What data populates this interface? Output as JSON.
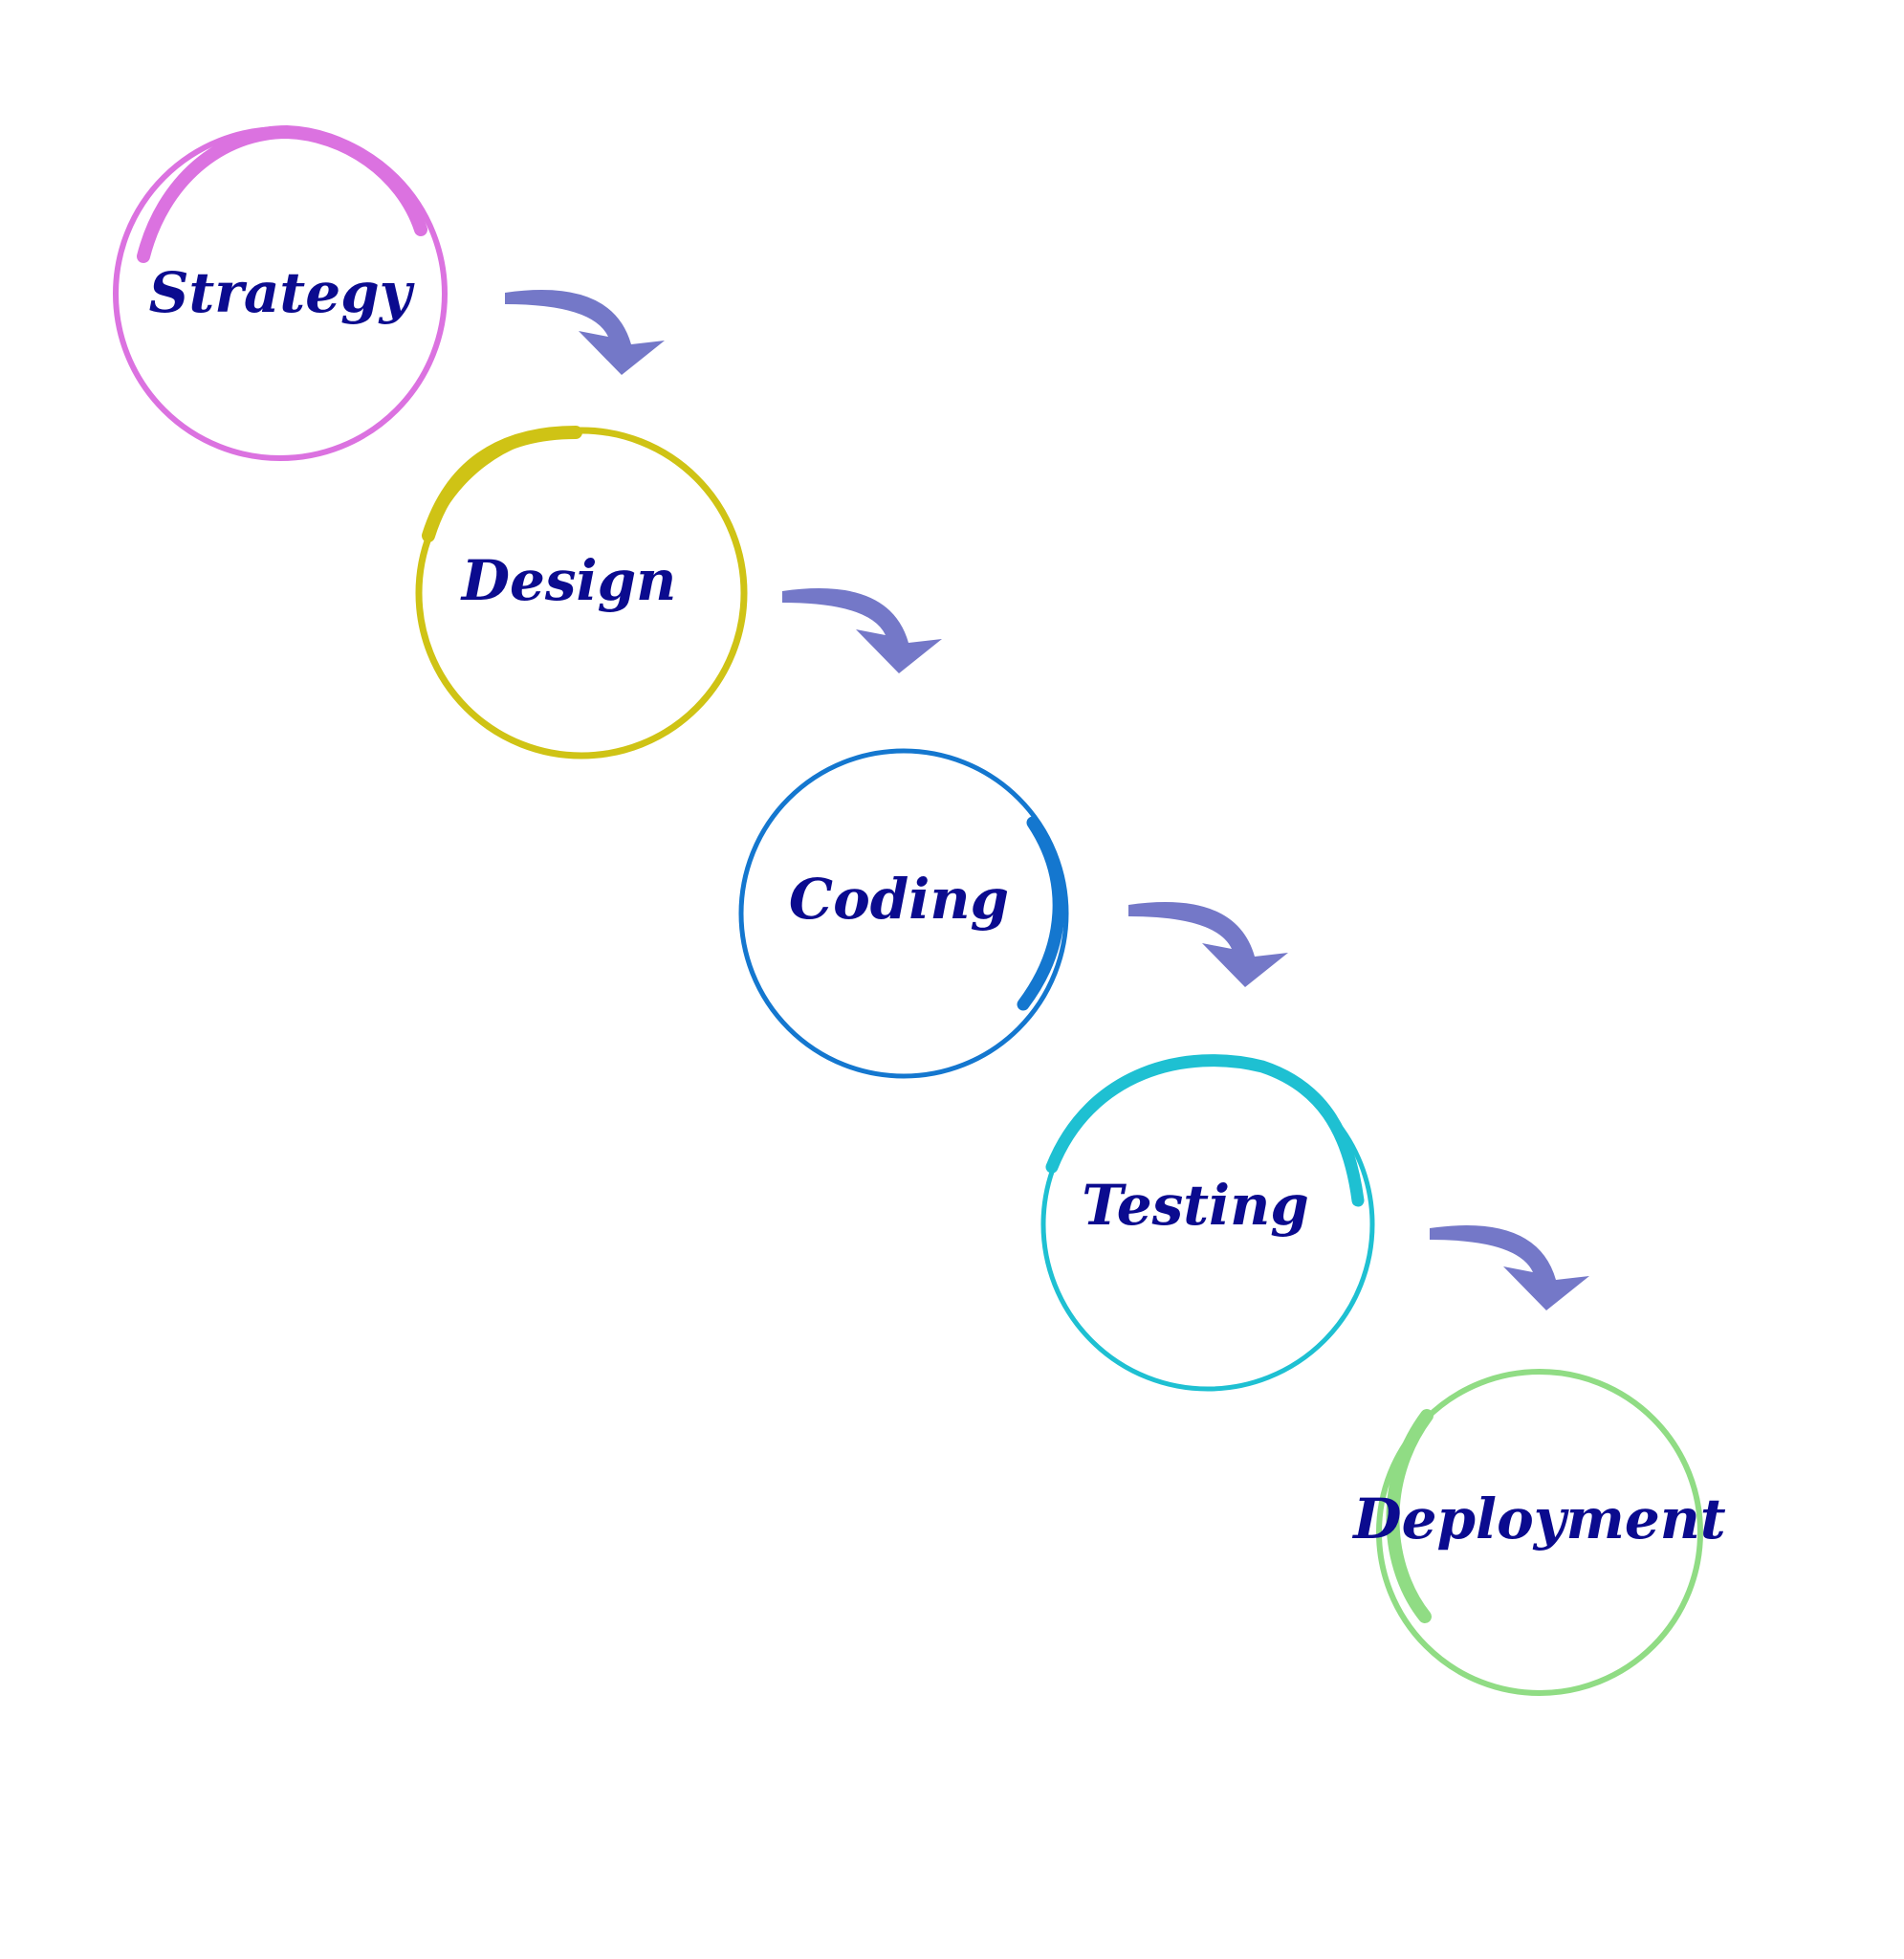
{
  "diagram": {
    "text_color": "#0b0b8f",
    "arrow_color": "#7478c8",
    "stages": [
      {
        "label": "Strategy",
        "color": "#db72e0"
      },
      {
        "label": "Design",
        "color": "#cfc315"
      },
      {
        "label": "Coding",
        "color": "#1477cf"
      },
      {
        "label": "Testing",
        "color": "#1ec0d2"
      },
      {
        "label": "Deployment",
        "color": "#90dc84"
      }
    ]
  }
}
